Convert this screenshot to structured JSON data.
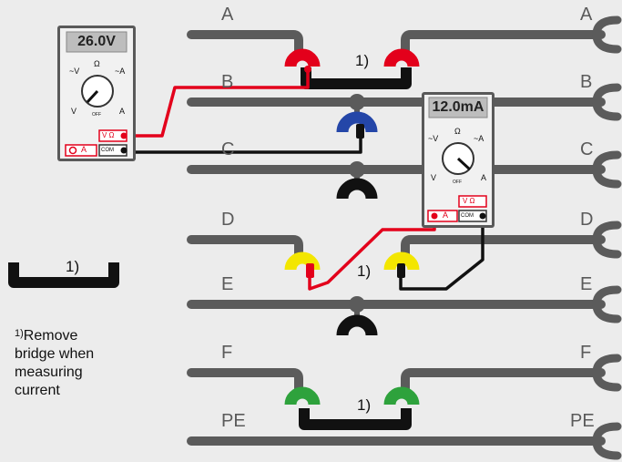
{
  "lines": {
    "left_labels": [
      "A",
      "B",
      "C",
      "D",
      "E",
      "F",
      "PE"
    ],
    "right_labels": [
      "A",
      "B",
      "C",
      "D",
      "E",
      "F",
      "PE"
    ]
  },
  "meter_voltage": {
    "display": "26.0V",
    "ohm": "Ω",
    "left_v": "V",
    "left_v_tilde": "~V",
    "right_a": "A",
    "right_a_tilde": "~A",
    "off": "OFF",
    "port_vohm": "V Ω",
    "port_a": "A",
    "port_com": "COM"
  },
  "meter_current": {
    "display": "12.0mA",
    "ohm": "Ω",
    "left_v": "V",
    "left_v_tilde": "~V",
    "right_a": "A",
    "right_a_tilde": "~A",
    "off": "OFF",
    "port_vohm": "V Ω",
    "port_a": "A",
    "port_com": "COM"
  },
  "footnote_marks": [
    "1)",
    "1)",
    "1)",
    "1)"
  ],
  "legend": {
    "mark": "1)",
    "note_sup": "1)",
    "note_text": "Remove bridge when measuring current"
  },
  "colors": {
    "bus": "#5b5b5b",
    "red": "#e3001b",
    "blue": "#2446a8",
    "yellow": "#f3e600",
    "green": "#2ea23c",
    "black": "#111111",
    "meter_body": "#595959"
  }
}
